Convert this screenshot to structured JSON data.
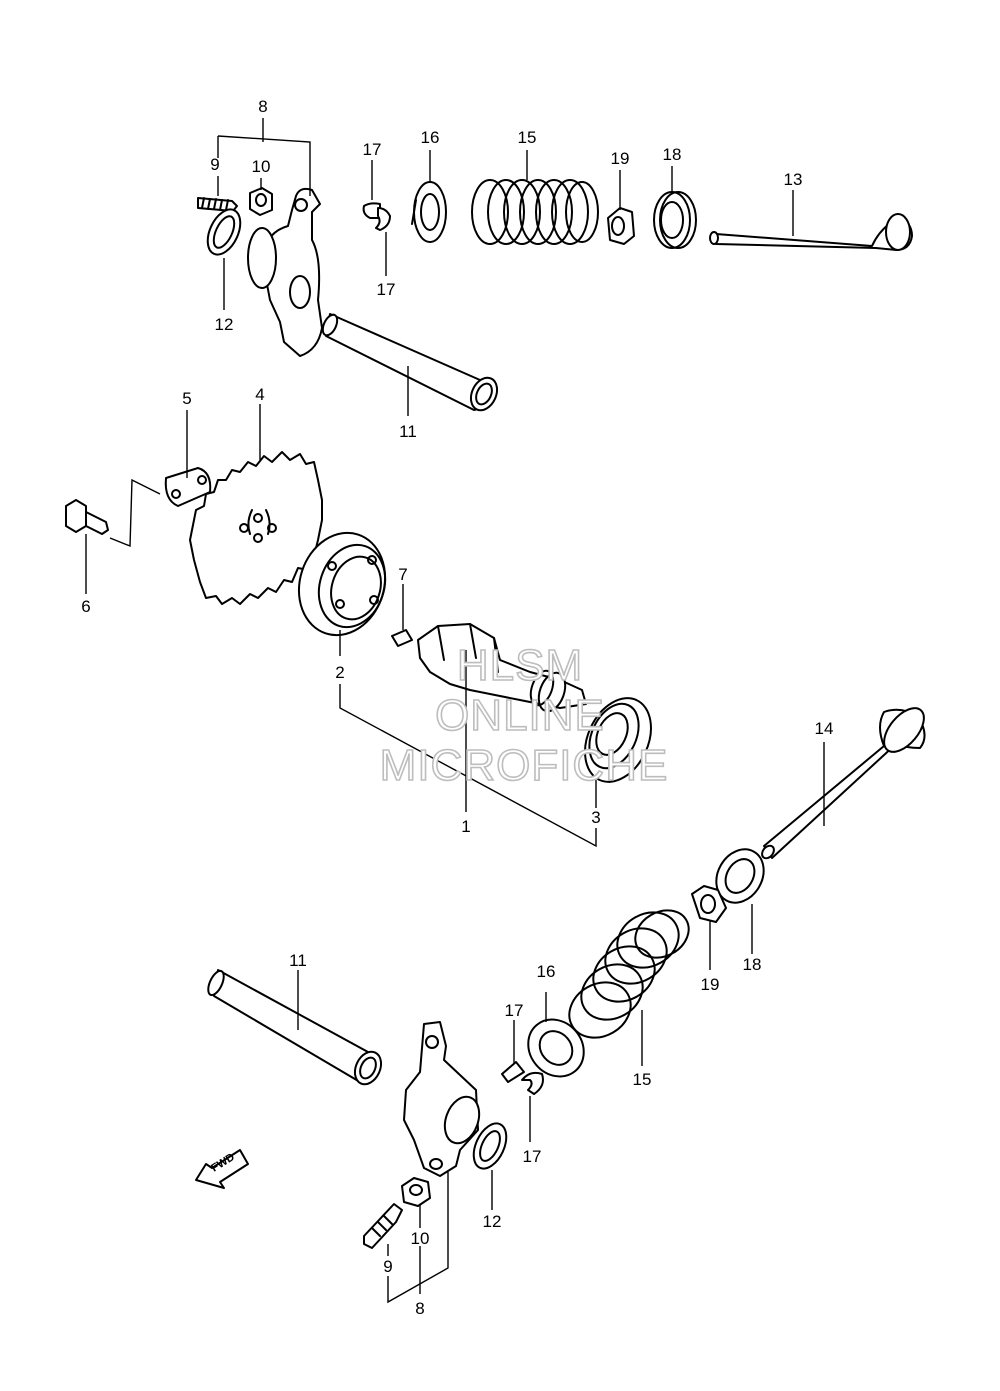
{
  "labels": {
    "p8_top": "8",
    "p9_top": "9",
    "p10_top": "10",
    "p12_top": "12",
    "p17_a": "17",
    "p17_b": "17",
    "p16_top": "16",
    "p15_top": "15",
    "p19_top": "19",
    "p18_top": "18",
    "p13": "13",
    "p11_top": "11",
    "p5": "5",
    "p4": "4",
    "p6": "6",
    "p7": "7",
    "p2": "2",
    "p1": "1",
    "p3": "3",
    "p14": "14",
    "p18_bot": "18",
    "p19_bot": "19",
    "p11_bot": "11",
    "p16_bot": "16",
    "p17_c": "17",
    "p17_d": "17",
    "p15_bot": "15",
    "p12_bot": "12",
    "p10_bot": "10",
    "p9_bot": "9",
    "p8_bot": "8"
  },
  "watermark": {
    "line1": "HLSM",
    "line2": "ONLINE",
    "line3": "MICROFICHE"
  },
  "fwd_marker": "FWD"
}
